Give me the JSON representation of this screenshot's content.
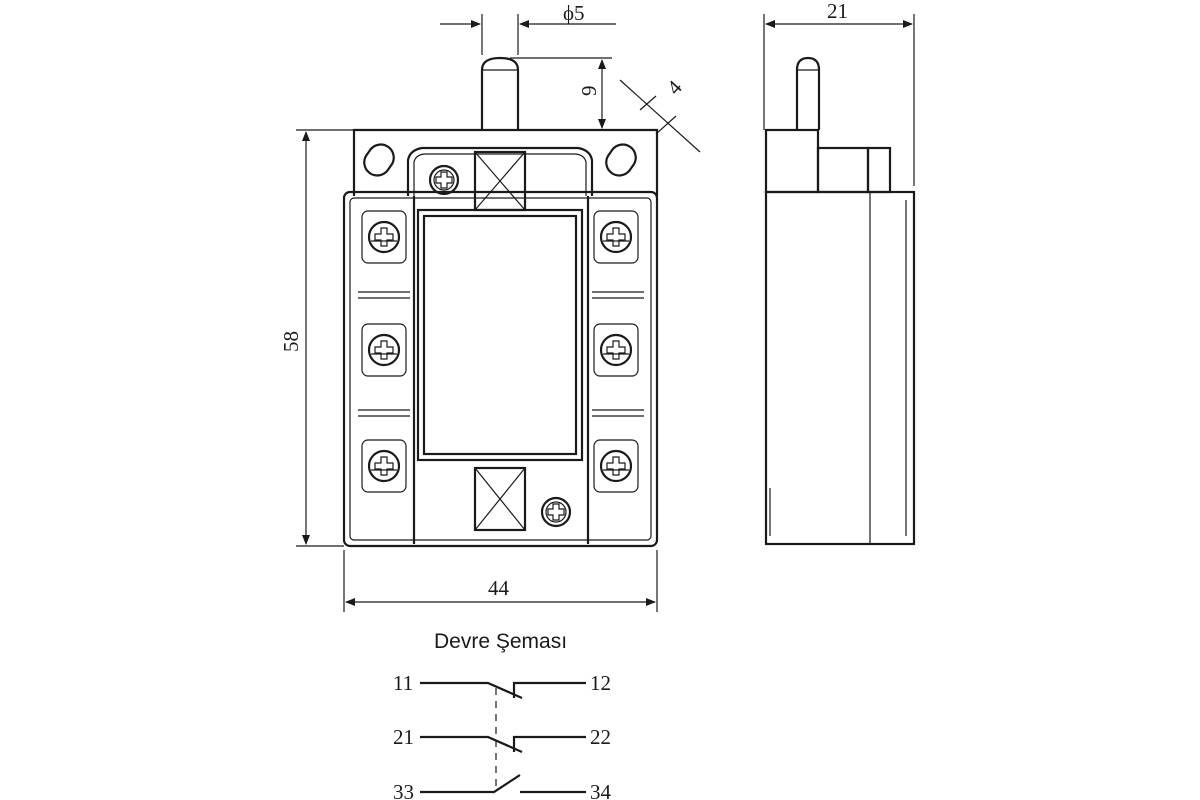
{
  "dimensions": {
    "diameter": "ϕ5",
    "pin_height": "9",
    "slot": "4",
    "depth": "21",
    "height": "58",
    "width": "44"
  },
  "schema": {
    "title": "Devre Şeması",
    "terminals": [
      "11",
      "12",
      "21",
      "22",
      "33",
      "34"
    ]
  }
}
